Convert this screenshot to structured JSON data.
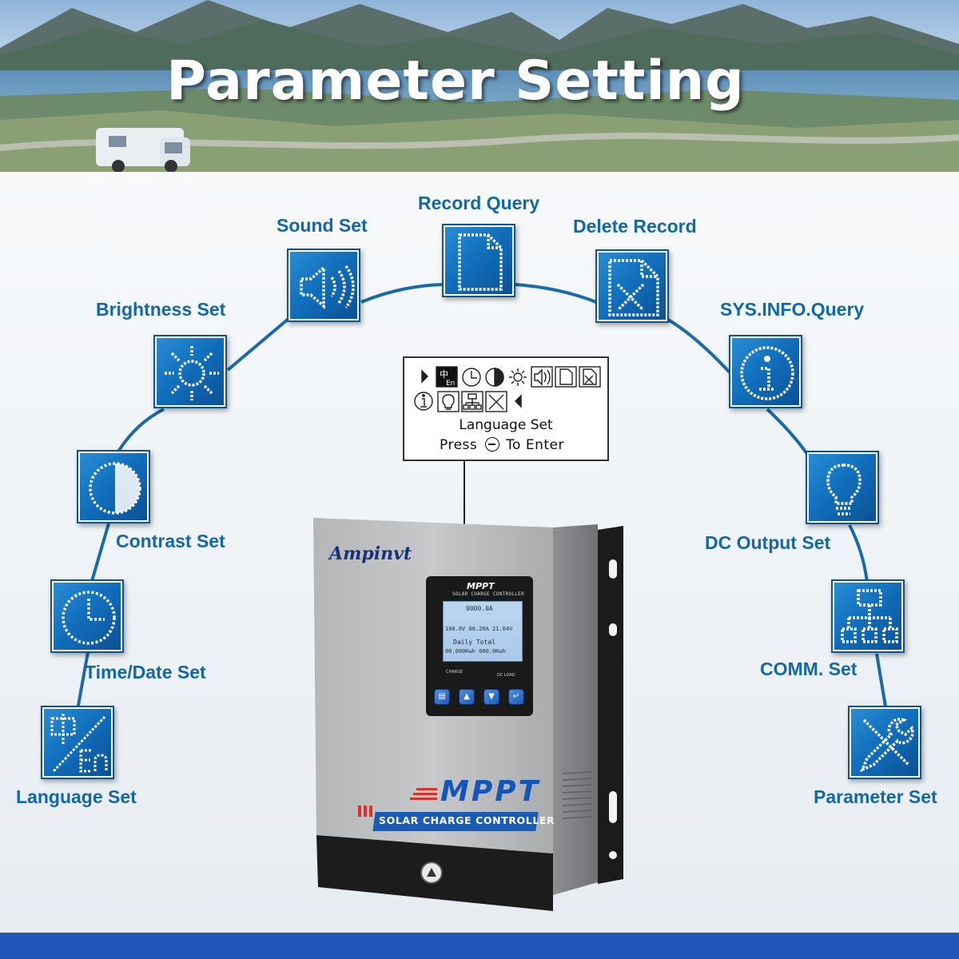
{
  "banner": {
    "title": "Parameter Setting"
  },
  "menu": {
    "items": [
      {
        "id": "language",
        "label": "Language Set",
        "icon": "language-zh-en-icon"
      },
      {
        "id": "time",
        "label": "Time/Date Set",
        "icon": "clock-icon"
      },
      {
        "id": "contrast",
        "label": "Contrast Set",
        "icon": "contrast-icon"
      },
      {
        "id": "brightness",
        "label": "Brightness Set",
        "icon": "sun-icon"
      },
      {
        "id": "sound",
        "label": "Sound Set",
        "icon": "speaker-icon"
      },
      {
        "id": "record",
        "label": "Record Query",
        "icon": "document-icon"
      },
      {
        "id": "delete",
        "label": "Delete Record",
        "icon": "delete-document-icon"
      },
      {
        "id": "sysinfo",
        "label": "SYS.INFO.Query",
        "icon": "info-icon"
      },
      {
        "id": "dcout",
        "label": "DC Output Set",
        "icon": "bulb-icon"
      },
      {
        "id": "comm",
        "label": "COMM. Set",
        "icon": "network-icon"
      },
      {
        "id": "param",
        "label": "Parameter Set",
        "icon": "tools-icon"
      }
    ]
  },
  "callout": {
    "title": "Language Set",
    "press": "Press",
    "to_enter": "To  Enter"
  },
  "device": {
    "brand": "Ampinvt",
    "lcd_brand": "MPPT",
    "lcd_subtitle": "SOLAR CHARGE CONTROLLER",
    "lcd_rows": [
      "0000.0A",
      "100.0V 00.20A 21.04V",
      "Daily    Total",
      "00.000Kwh 000.0Kwh"
    ],
    "front_title": "MPPT",
    "front_subtitle": "SOLAR CHARGE CONTROLLER",
    "indicator_left": "CHARGE",
    "indicator_right": "DC LOAD"
  },
  "colors": {
    "tile": "#1270bd",
    "label": "#1268a8",
    "arc": "#1a6aa8",
    "footer": "#1f55b5"
  }
}
